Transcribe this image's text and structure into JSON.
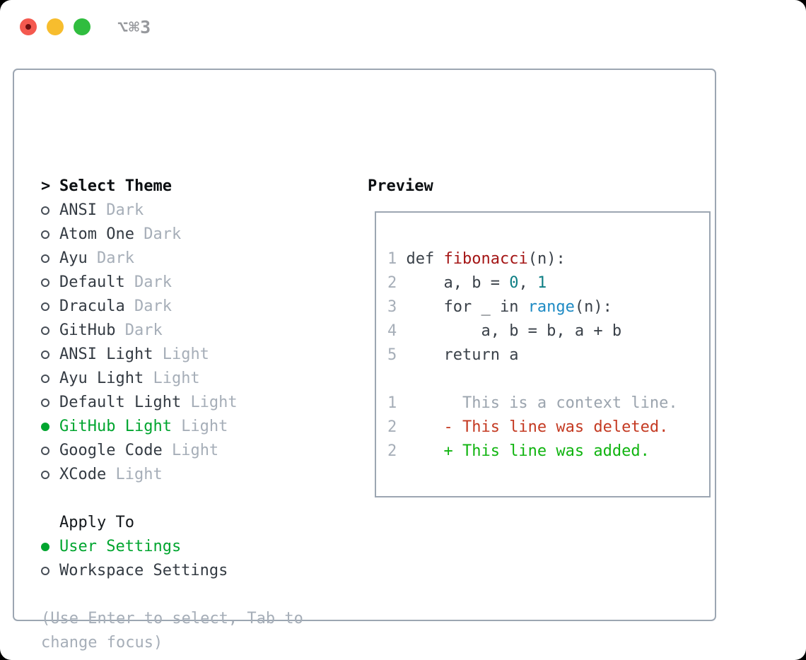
{
  "window": {
    "title": "⌥⌘3",
    "traffic_lights": [
      "close",
      "minimize",
      "zoom"
    ]
  },
  "panel": {
    "prompt": ">",
    "select_theme_label": "Select Theme",
    "themes": [
      {
        "name": "ANSI",
        "variant": "Dark",
        "selected": false
      },
      {
        "name": "Atom One",
        "variant": "Dark",
        "selected": false
      },
      {
        "name": "Ayu",
        "variant": "Dark",
        "selected": false
      },
      {
        "name": "Default",
        "variant": "Dark",
        "selected": false
      },
      {
        "name": "Dracula",
        "variant": "Dark",
        "selected": false
      },
      {
        "name": "GitHub",
        "variant": "Dark",
        "selected": false
      },
      {
        "name": "ANSI Light",
        "variant": "Light",
        "selected": false
      },
      {
        "name": "Ayu Light",
        "variant": "Light",
        "selected": false
      },
      {
        "name": "Default Light",
        "variant": "Light",
        "selected": false
      },
      {
        "name": "GitHub Light",
        "variant": "Light",
        "selected": true
      },
      {
        "name": "Google Code",
        "variant": "Light",
        "selected": false
      },
      {
        "name": "XCode",
        "variant": "Light",
        "selected": false
      }
    ],
    "apply_to": {
      "label": "Apply To",
      "options": [
        {
          "label": "User Settings",
          "selected": true
        },
        {
          "label": "Workspace Settings",
          "selected": false
        }
      ]
    },
    "hint_lines": [
      "(Use Enter to select, Tab to",
      "change focus)"
    ]
  },
  "preview": {
    "label": "Preview",
    "code_lines": [
      {
        "num": "1",
        "tokens": [
          {
            "t": " def ",
            "c": "plain"
          },
          {
            "t": "fibonacci",
            "c": "fn"
          },
          {
            "t": "(n):",
            "c": "plain"
          }
        ]
      },
      {
        "num": "2",
        "tokens": [
          {
            "t": "     a, b = ",
            "c": "plain"
          },
          {
            "t": "0",
            "c": "num"
          },
          {
            "t": ", ",
            "c": "plain"
          },
          {
            "t": "1",
            "c": "num"
          }
        ]
      },
      {
        "num": "3",
        "tokens": [
          {
            "t": "     for _ in ",
            "c": "plain"
          },
          {
            "t": "range",
            "c": "call"
          },
          {
            "t": "(n):",
            "c": "plain"
          }
        ]
      },
      {
        "num": "4",
        "tokens": [
          {
            "t": "         a, b = b, a + b",
            "c": "plain"
          }
        ]
      },
      {
        "num": "5",
        "tokens": [
          {
            "t": "     return a",
            "c": "plain"
          }
        ]
      }
    ],
    "diff_lines": [
      {
        "num": "1",
        "text": "       This is a context line.",
        "kind": "context"
      },
      {
        "num": "2",
        "text": "     - This line was deleted.",
        "kind": "deleted"
      },
      {
        "num": "2",
        "text": "     + This line was added.",
        "kind": "added"
      }
    ]
  },
  "colors": {
    "selection_green": "#00a52f",
    "added_green": "#10b410",
    "deleted_red": "#c43a22",
    "function_red": "#a41515",
    "call_blue": "#1d8ac4",
    "number_teal": "#0d7e84",
    "muted_gray": "#a6aeb8",
    "border_gray": "#9ca6b2",
    "traffic_red": "#f4594f",
    "traffic_yellow": "#f7bd2e",
    "traffic_green": "#30bd3f"
  }
}
